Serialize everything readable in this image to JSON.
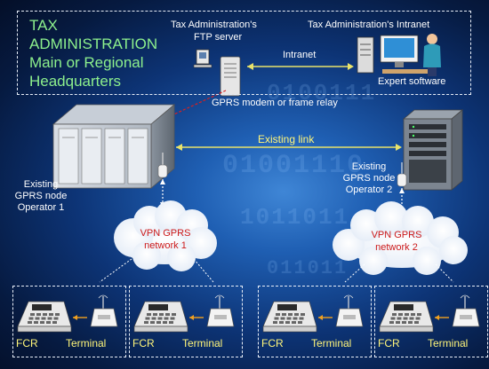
{
  "headquarters": {
    "title_lines": [
      "TAX",
      "ADMINISTRATION",
      "Main or Regional",
      "Headquarters"
    ],
    "ftp_server_label": [
      "Tax Administration's",
      "FTP server"
    ],
    "intranet_title": "Tax Administration's Intranet",
    "intranet_label": "Intranet",
    "expert_software_label": "Expert software",
    "modem_label": "GPRS modem or frame relay"
  },
  "existing_link_label": "Existing link",
  "node1_label": [
    "Existing",
    "GPRS node",
    "Operator 1"
  ],
  "node2_label": [
    "Existing",
    "GPRS node",
    "Operator 2"
  ],
  "network1_label": [
    "VPN GPRS",
    "network 1"
  ],
  "network2_label": [
    "VPN GPRS",
    "network 2"
  ],
  "terminal_boxes": [
    {
      "fcr_label": "FCR",
      "terminal_label": "Terminal"
    },
    {
      "fcr_label": "FCR",
      "terminal_label": "Terminal"
    },
    {
      "fcr_label": "FCR",
      "terminal_label": "Terminal"
    },
    {
      "fcr_label": "FCR",
      "terminal_label": "Terminal"
    }
  ],
  "colors": {
    "hq_title": "#8df08d",
    "yellow_label": "#fff57a",
    "link_line": "#e9e36a",
    "red_link": "#d92020",
    "network2_text": "#cc1a1a"
  }
}
